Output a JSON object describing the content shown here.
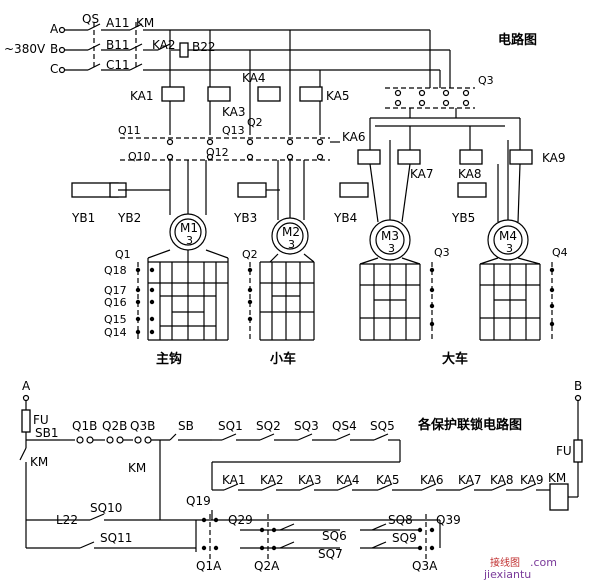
{
  "titles": {
    "circuit": "电路图",
    "interlock": "各保护联锁电路图"
  },
  "supply": {
    "voltage": "~380V",
    "phases": [
      "A",
      "B",
      "C"
    ],
    "switch": "QS",
    "contactor": "KM",
    "lines": [
      "A11",
      "B11",
      "C11"
    ],
    "ka2": "KA2",
    "b22": "B22"
  },
  "relays": [
    "KA1",
    "KA2",
    "KA3",
    "KA4",
    "KA5",
    "KA6",
    "KA7",
    "KA8",
    "KA9"
  ],
  "controllers": {
    "q11": "Q11",
    "q12": "Q12",
    "q13": "Q13",
    "q10": "Q10",
    "q2": "Q2",
    "q3": "Q3"
  },
  "brakes": [
    "YB1",
    "YB2",
    "YB3",
    "YB4",
    "YB5"
  ],
  "motors": [
    {
      "name": "M1",
      "phase": "3"
    },
    {
      "name": "M2",
      "phase": "3"
    },
    {
      "name": "M3",
      "phase": "3"
    },
    {
      "name": "M4",
      "phase": "3"
    }
  ],
  "resistor_switches": {
    "q1": "Q1",
    "q2": "Q2",
    "q3": "Q3",
    "q4": "Q4",
    "rows": [
      "Q18",
      "Q17",
      "Q16",
      "Q15",
      "Q14"
    ]
  },
  "groups": {
    "main_hook": "主钩",
    "trolley": "小车",
    "crane": "大车"
  },
  "interlock": {
    "terminal_a": "A",
    "terminal_b": "B",
    "fuse_left": "FU",
    "fuse_right": "FU",
    "sb1": "SB1",
    "km_contact": "KM",
    "km_contact2": "KM",
    "start_contacts": [
      "Q1B",
      "Q2B",
      "Q3B"
    ],
    "sb": "SB",
    "limit_switches": [
      "SQ1",
      "SQ2",
      "SQ3",
      "QS4",
      "SQ5"
    ],
    "coil_chain": [
      "KA1",
      "KA2",
      "KA3",
      "KA4",
      "KA5",
      "KA6",
      "KA7",
      "KA8",
      "KA9"
    ],
    "coil": "KM",
    "q19": "Q19",
    "l22": "L22",
    "sq10": "SQ10",
    "sq11": "SQ11",
    "q29": "Q29",
    "sq6": "SQ6",
    "sq7": "SQ7",
    "sq8": "SQ8",
    "sq9": "SQ9",
    "q39": "Q39",
    "q1a": "Q1A",
    "q2a": "Q2A",
    "q3a": "Q3A"
  },
  "watermark": {
    "logo": "接线图",
    "url": "jiexiantu",
    "com": ".com"
  }
}
